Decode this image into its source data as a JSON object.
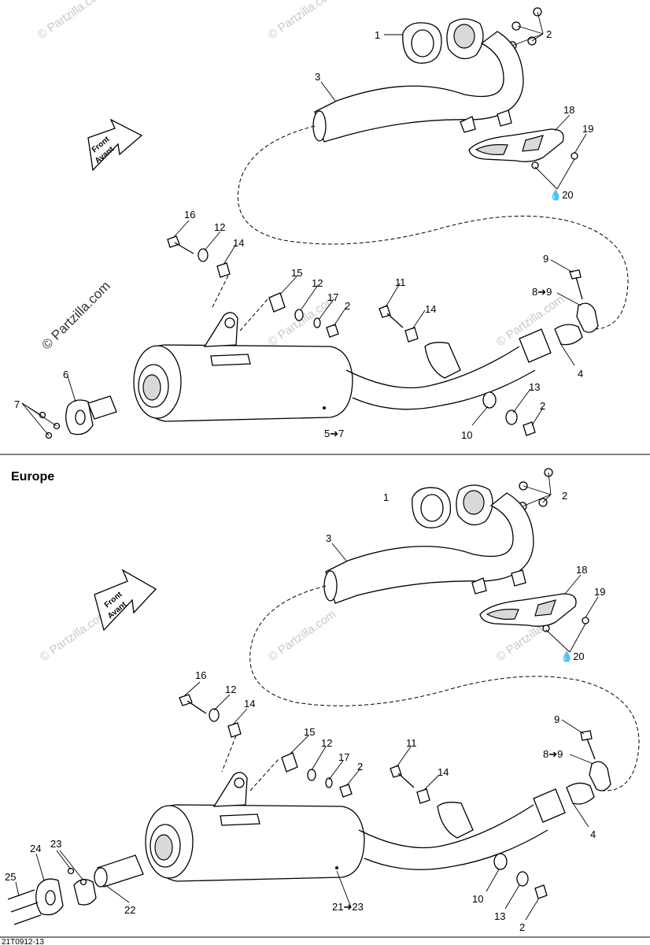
{
  "watermark_text": "© Partzilla.com",
  "watermark_text_side": "© Partzilla.com",
  "section_label": "Europe",
  "front_arrow": {
    "line1": "Front",
    "line2": "Avant"
  },
  "footer_code": "21T0912-13",
  "top_callouts": {
    "c1": "1",
    "c2a": "2",
    "c3": "3",
    "c18": "18",
    "c19": "19",
    "c20": "20",
    "c16": "16",
    "c12a": "12",
    "c14a": "14",
    "c15": "15",
    "c12b": "12",
    "c17": "17",
    "c2b": "2",
    "c11": "11",
    "c14b": "14",
    "c9": "9",
    "c8to9": "8➔9",
    "c6": "6",
    "c7": "7",
    "c4": "4",
    "c13": "13",
    "c2c": "2",
    "c10": "10",
    "c5to7": "5➔7"
  },
  "bottom_callouts": {
    "c1": "1",
    "c2a": "2",
    "c3": "3",
    "c18": "18",
    "c19": "19",
    "c20": "20",
    "c16": "16",
    "c12a": "12",
    "c14a": "14",
    "c15": "15",
    "c12b": "12",
    "c17": "17",
    "c2b": "2",
    "c11": "11",
    "c14b": "14",
    "c9": "9",
    "c8to9": "8➔9",
    "c4": "4",
    "c23": "23",
    "c24": "24",
    "c25": "25",
    "c22": "22",
    "c21to23": "21➔23",
    "c10": "10",
    "c13": "13",
    "c2c": "2"
  }
}
